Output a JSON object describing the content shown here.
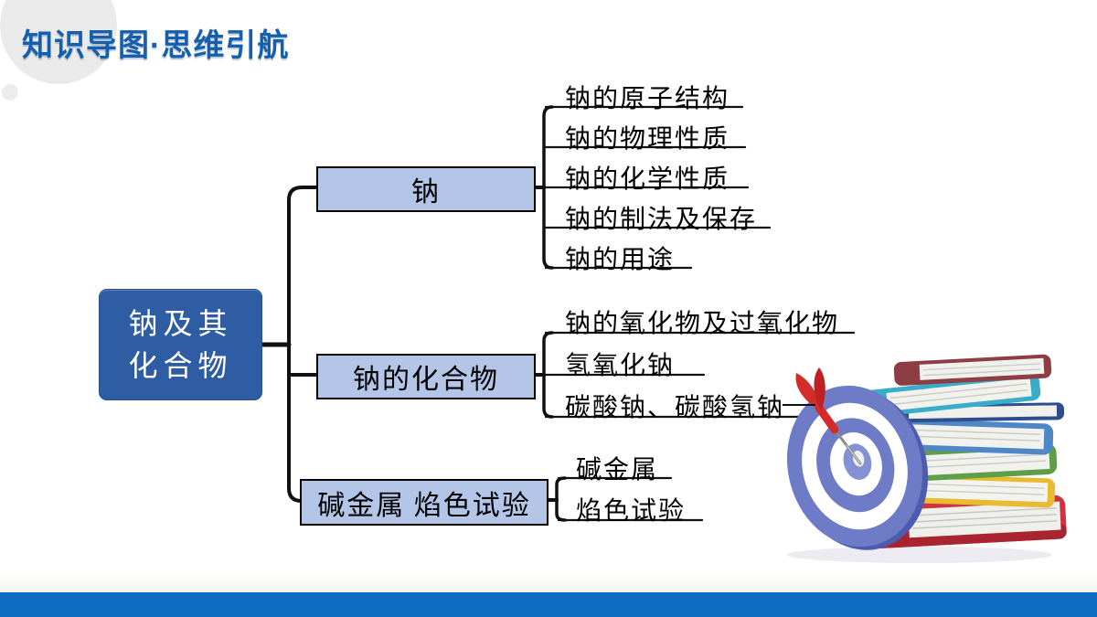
{
  "header": {
    "title": "知识导图·思维引航"
  },
  "mindmap": {
    "root": {
      "lines": [
        "钠及其",
        "化合物"
      ]
    },
    "branches": [
      {
        "label": "钠",
        "leaves": [
          "钠的原子结构",
          "钠的物理性质",
          "钠的化学性质",
          "钠的制法及保存",
          "钠的用途"
        ]
      },
      {
        "label": "钠的化合物",
        "leaves": [
          "钠的氧化物及过氧化物",
          "氢氧化钠",
          "碳酸钠、碳酸氢钠"
        ]
      },
      {
        "label": "碱金属 焰色试验",
        "leaves": [
          "碱金属",
          "焰色试验"
        ]
      }
    ]
  },
  "decor": {
    "illustration": "books-stack-with-dartboard-and-dart",
    "colors": {
      "title_blue": "#1460ae",
      "root_fill": "#2f5da4",
      "branch_fill": "#b3c6e7",
      "connector": "#111111",
      "footer_blue": "#0c6cc0"
    }
  }
}
